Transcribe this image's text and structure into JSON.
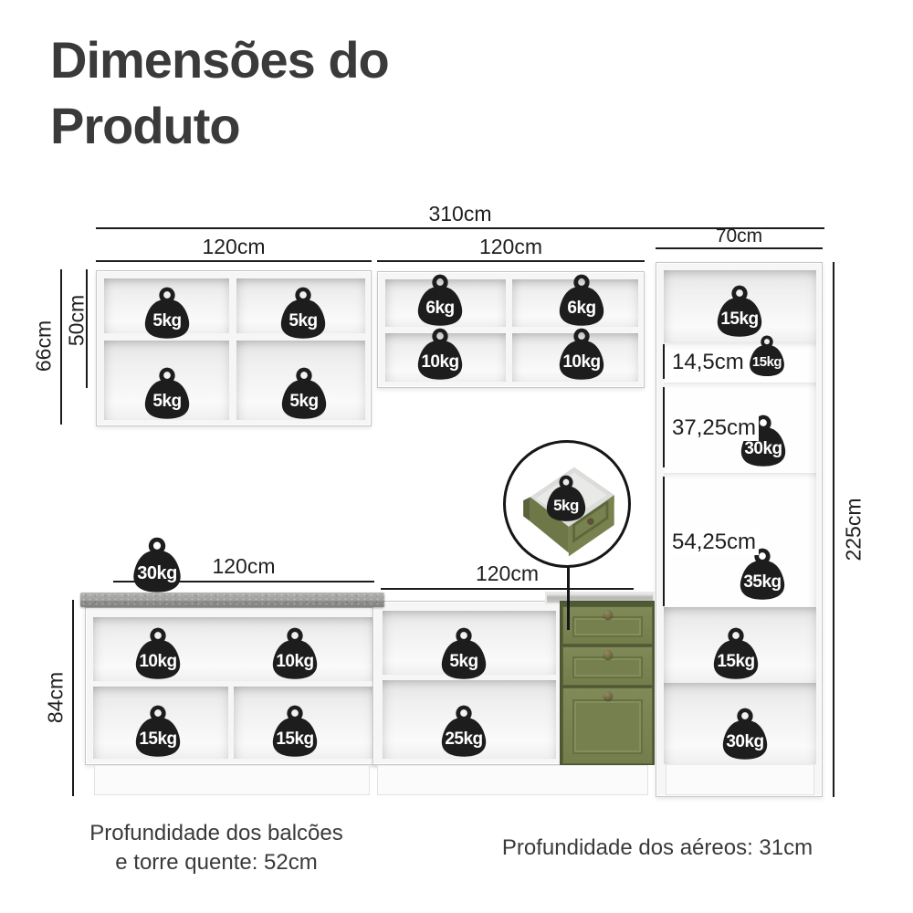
{
  "title": {
    "line1": "Dimensões do",
    "line2": "Produto"
  },
  "dimensions": {
    "total_width": "310cm",
    "upper_left_width": "120cm",
    "upper_middle_width": "120cm",
    "tower_width": "70cm",
    "upper_left_height": "66cm",
    "upper_inner_height": "50cm",
    "tower_niche": "14,5cm",
    "tower_mid_shelf": "37,25cm",
    "tower_low_shelf": "54,25cm",
    "tower_height": "225cm",
    "counter_left_width": "120cm",
    "counter_middle_width": "120cm",
    "counter_height": "84cm"
  },
  "weights": {
    "upper_left": [
      "5kg",
      "5kg",
      "5kg",
      "5kg"
    ],
    "upper_middle": [
      "6kg",
      "6kg",
      "10kg",
      "10kg"
    ],
    "tower": [
      "15kg",
      "15kg",
      "30kg",
      "35kg",
      "15kg",
      "30kg"
    ],
    "drawer_inset": "5kg",
    "countertop": "30kg",
    "counter_left": [
      "10kg",
      "10kg",
      "15kg",
      "15kg"
    ],
    "counter_middle": [
      "5kg",
      "25kg"
    ]
  },
  "footnotes": {
    "left_line1": "Profundidade dos balcões",
    "left_line2": "e torre quente: 52cm",
    "right": "Profundidade dos aéreos: 31cm"
  },
  "colors": {
    "text": "#3a3a3a",
    "line": "#1b1b1b",
    "weight_icon": "#1d1d1d",
    "cabinet_green": "#76804e",
    "countertop_gray": "#9e9e9c"
  }
}
